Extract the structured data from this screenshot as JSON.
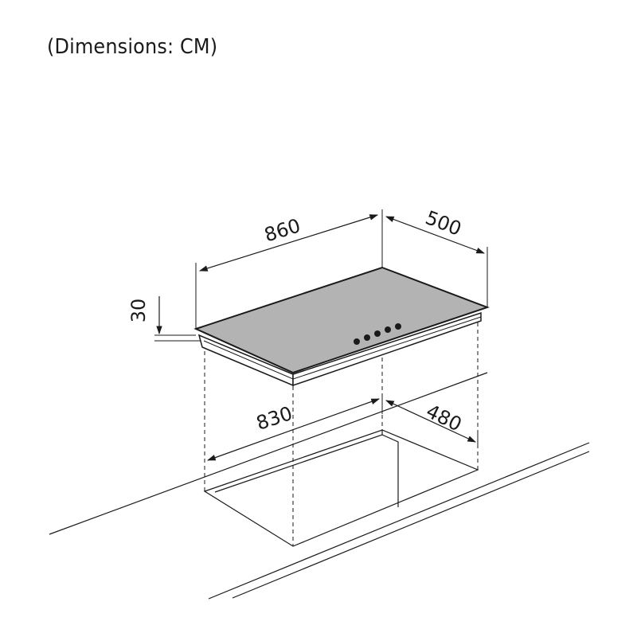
{
  "caption": "(Dimensions: CM)",
  "dimensions": {
    "width_top": "860",
    "depth_top": "500",
    "thickness": "30",
    "cutout_width": "830",
    "cutout_depth": "480"
  },
  "colors": {
    "line": "#1a1a1a",
    "hob_glass": "#b3b3b3",
    "knob": "#1a1a1a"
  },
  "knob_count": 5
}
